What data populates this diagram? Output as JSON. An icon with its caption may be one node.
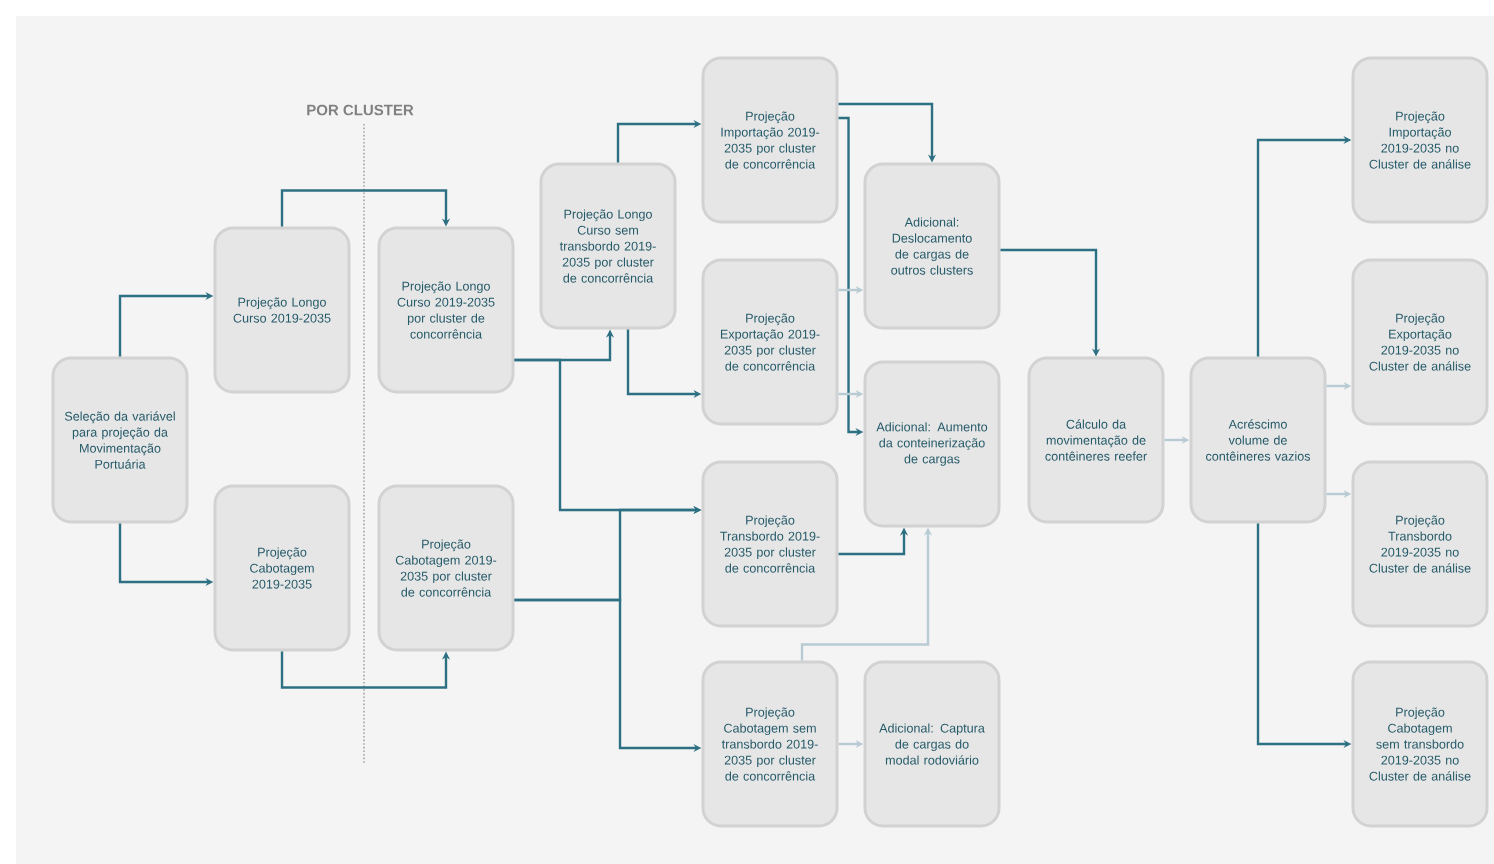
{
  "diagram": {
    "nodes": [
      {
        "text": [
          "Seleção da variável para projeção da Movimentação Portuária"
        ]
      },
      {
        "text": [
          "Projeção Longo Curso 2019-2035"
        ]
      },
      {
        "text": [
          "Projeção Cabotagem 2019-2035"
        ]
      },
      {
        "text": [
          "Projeção Longo Curso 2019-2035 por cluster de concorrência"
        ]
      },
      {
        "text": [
          "Projeção Cabotagem 2019-2035 por cluster de concorrência"
        ]
      },
      {
        "text": [
          "Projeção Longo Curso sem transbordo 2019-2035 por cluster de concorrência"
        ]
      },
      {
        "text": [
          "Projeção Importação 2019-2035 por cluster de concorrência"
        ]
      },
      {
        "text": [
          "Projeção Exportação 2019-2035 por cluster de concorrência"
        ]
      },
      {
        "text": [
          "Projeção Transbordo 2019-2035 por cluster de concorrência"
        ]
      },
      {
        "text": [
          "Projeção Cabotagem sem transbordo 2019-2035 por cluster de concorrência"
        ]
      },
      {
        "text": [
          "Adicional: Deslocamento de cargas de outros clusters"
        ]
      },
      {
        "text": [
          "Adicional: Aumento da conteinerização de cargas"
        ]
      },
      {
        "text": [
          "Adicional: Captura de cargas do modal rodoviário"
        ]
      },
      {
        "text": [
          "Cálculo da movimentação de contêineres reefer"
        ]
      },
      {
        "text": [
          "Acréscimo volume de contêineres vazios"
        ]
      },
      {
        "text": [
          "Projeção Importação 2019-2035 no Cluster de análise"
        ]
      },
      {
        "text": [
          "Projeção Exportação 2019-2035 no Cluster de análise"
        ]
      },
      {
        "text": [
          "Projeção Transbordo 2019-2035 no Cluster de análise"
        ]
      },
      {
        "text": [
          "Projeção Cabotagem sem transbordo 2019-2035 no Cluster de análise"
        ]
      }
    ],
    "edges": [
      {
        "from": 0,
        "to": 1,
        "arrow": "to"
      },
      {
        "from": 0,
        "to": 2,
        "arrow": "to"
      },
      {
        "from": 1,
        "to": 3,
        "arrow": "to"
      },
      {
        "from": 2,
        "to": 4,
        "arrow": "to"
      },
      {
        "from": 3,
        "to": 5,
        "arrow": "to"
      },
      {
        "from": 3,
        "to": 8,
        "arrow": "to"
      },
      {
        "from": 4,
        "to": 8,
        "arrow": "to"
      },
      {
        "from": 4,
        "to": 9,
        "arrow": "to"
      },
      {
        "from": 5,
        "to": 6,
        "arrow": "to"
      },
      {
        "from": 5,
        "to": 7,
        "arrow": "to"
      },
      {
        "from": 6,
        "to": 10,
        "arrow": "to"
      },
      {
        "from": 6,
        "to": 11,
        "arrow": "to"
      },
      {
        "from": 7,
        "to": 10,
        "arrow": "to",
        "color": "#b8cbd4"
      },
      {
        "from": 7,
        "to": 11,
        "arrow": "to",
        "color": "#b8cbd4"
      },
      {
        "from": 8,
        "to": 11,
        "arrow": "to"
      },
      {
        "from": 9,
        "to": 11,
        "arrow": "to",
        "color": "#b8cbd4"
      },
      {
        "from": 9,
        "to": 12,
        "arrow": "to",
        "color": "#b8cbd4"
      },
      {
        "from": 10,
        "to": 13,
        "arrow": "to"
      },
      {
        "from": 13,
        "to": 14,
        "arrow": "to",
        "color": "#b8cbd4"
      },
      {
        "from": 14,
        "to": 15,
        "arrow": "to"
      },
      {
        "from": 14,
        "to": 16,
        "arrow": "to",
        "color": "#b8cbd4"
      },
      {
        "from": 14,
        "to": 17,
        "arrow": "to",
        "color": "#b8cbd4"
      },
      {
        "from": 14,
        "to": 18,
        "arrow": "to"
      }
    ],
    "labels": [
      "POR CLUSTER"
    ]
  }
}
